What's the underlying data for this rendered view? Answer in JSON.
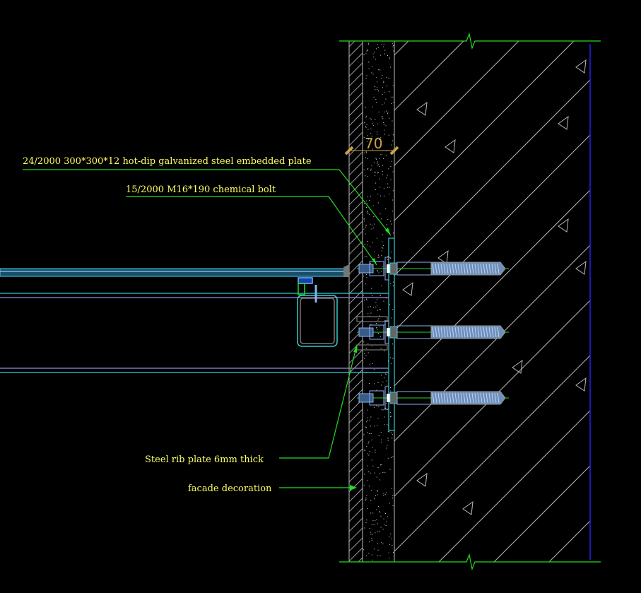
{
  "drawing": {
    "dimension": "70",
    "labels": {
      "embedded_plate": "24/2000  300*300*12 hot-dip galvanized steel embedded plate",
      "chemical_bolt": "15/2000  M16*190 chemical bolt",
      "rib_plate": "Steel rib plate 6mm thick",
      "facade": "facade decoration"
    },
    "bolt_count": 3,
    "colors": {
      "background": "#000000",
      "text": "#ffff66",
      "leader": "#22dd22",
      "steel": "#33cccc",
      "bolt": "#88b4ee",
      "hatch": "#bbbbbb",
      "dimension": "#c9a24a",
      "edge": "#2222ee"
    }
  }
}
